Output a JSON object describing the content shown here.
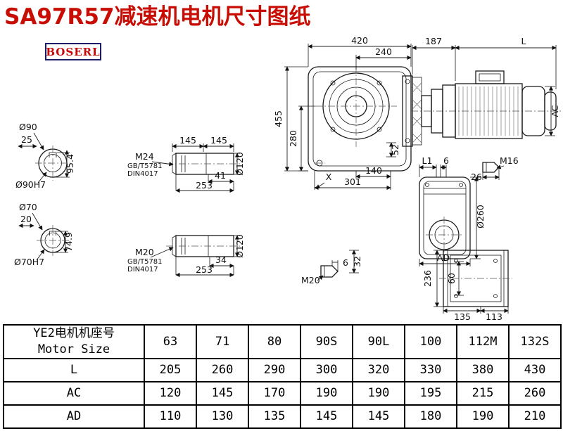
{
  "title": "SA97R57减速机电机尺寸图纸",
  "logo": "BOSERL",
  "drawing": {
    "front_view": {
      "dim_width_total": "420",
      "dim_width_partial": "240",
      "dim_height_total": "455",
      "dim_height_partial": "280",
      "dim_52": "52",
      "dim_140": "140",
      "dim_301": "301",
      "dim_x": "X"
    },
    "motor_view": {
      "dim_187": "187",
      "dim_l": "L",
      "dim_ac": "AC"
    },
    "shaft_end_90": {
      "dia_label": "Ø90",
      "dim_height": "95.4",
      "dim_key": "25",
      "bore_label": "Ø90H7"
    },
    "shaft_end_70": {
      "dia_label": "Ø70",
      "dim_height": "74.9",
      "dim_key": "20",
      "bore_label": "Ø70H7"
    },
    "shaft_detail_m24": {
      "dim_145a": "145",
      "dim_145b": "145",
      "dia_label": "Ø120",
      "thread": "M24",
      "std_gb": "GB/T5781",
      "std_din": "DIN4017",
      "dim_41": "41",
      "dim_253": "253"
    },
    "shaft_detail_m20": {
      "dia_label": "Ø120",
      "thread": "M20",
      "std_gb": "GB/T5781",
      "std_din": "DIN4017",
      "dim_34": "34",
      "dim_253": "253"
    },
    "side_view": {
      "dim_l1": "L1",
      "dim_6": "6",
      "dia_label": "Ø260",
      "dim_ad": "AD"
    },
    "bolt_m16": {
      "thread": "M16",
      "dim_26": "26"
    },
    "bolt_m20": {
      "thread": "M20",
      "dim_6": "6",
      "dim_32": "32"
    },
    "top_view": {
      "dim_236": "236",
      "dim_60": "60",
      "dim_135": "135",
      "dim_113": "113"
    }
  },
  "table": {
    "header_cn": "YE2电机机座号",
    "header_en": "Motor Size",
    "sizes": [
      "63",
      "71",
      "80",
      "90S",
      "90L",
      "100",
      "112M",
      "132S"
    ],
    "rows": [
      {
        "label": "L",
        "values": [
          "205",
          "260",
          "290",
          "300",
          "320",
          "330",
          "380",
          "430"
        ]
      },
      {
        "label": "AC",
        "values": [
          "120",
          "145",
          "170",
          "190",
          "190",
          "195",
          "215",
          "260"
        ]
      },
      {
        "label": "AD",
        "values": [
          "110",
          "130",
          "135",
          "145",
          "145",
          "180",
          "190",
          "210"
        ]
      }
    ]
  }
}
